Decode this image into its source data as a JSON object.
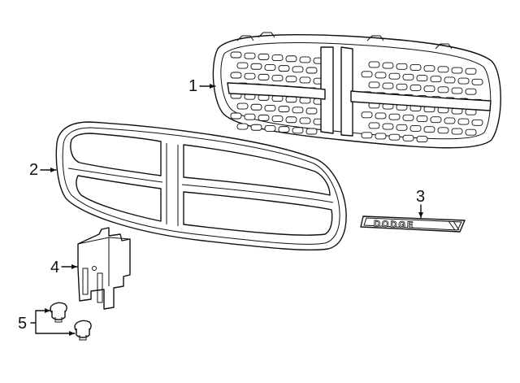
{
  "callouts": [
    {
      "id": "1",
      "label": "1"
    },
    {
      "id": "2",
      "label": "2"
    },
    {
      "id": "3",
      "label": "3"
    },
    {
      "id": "4",
      "label": "4"
    },
    {
      "id": "5",
      "label": "5"
    }
  ],
  "emblem": {
    "text": "DODGE"
  }
}
